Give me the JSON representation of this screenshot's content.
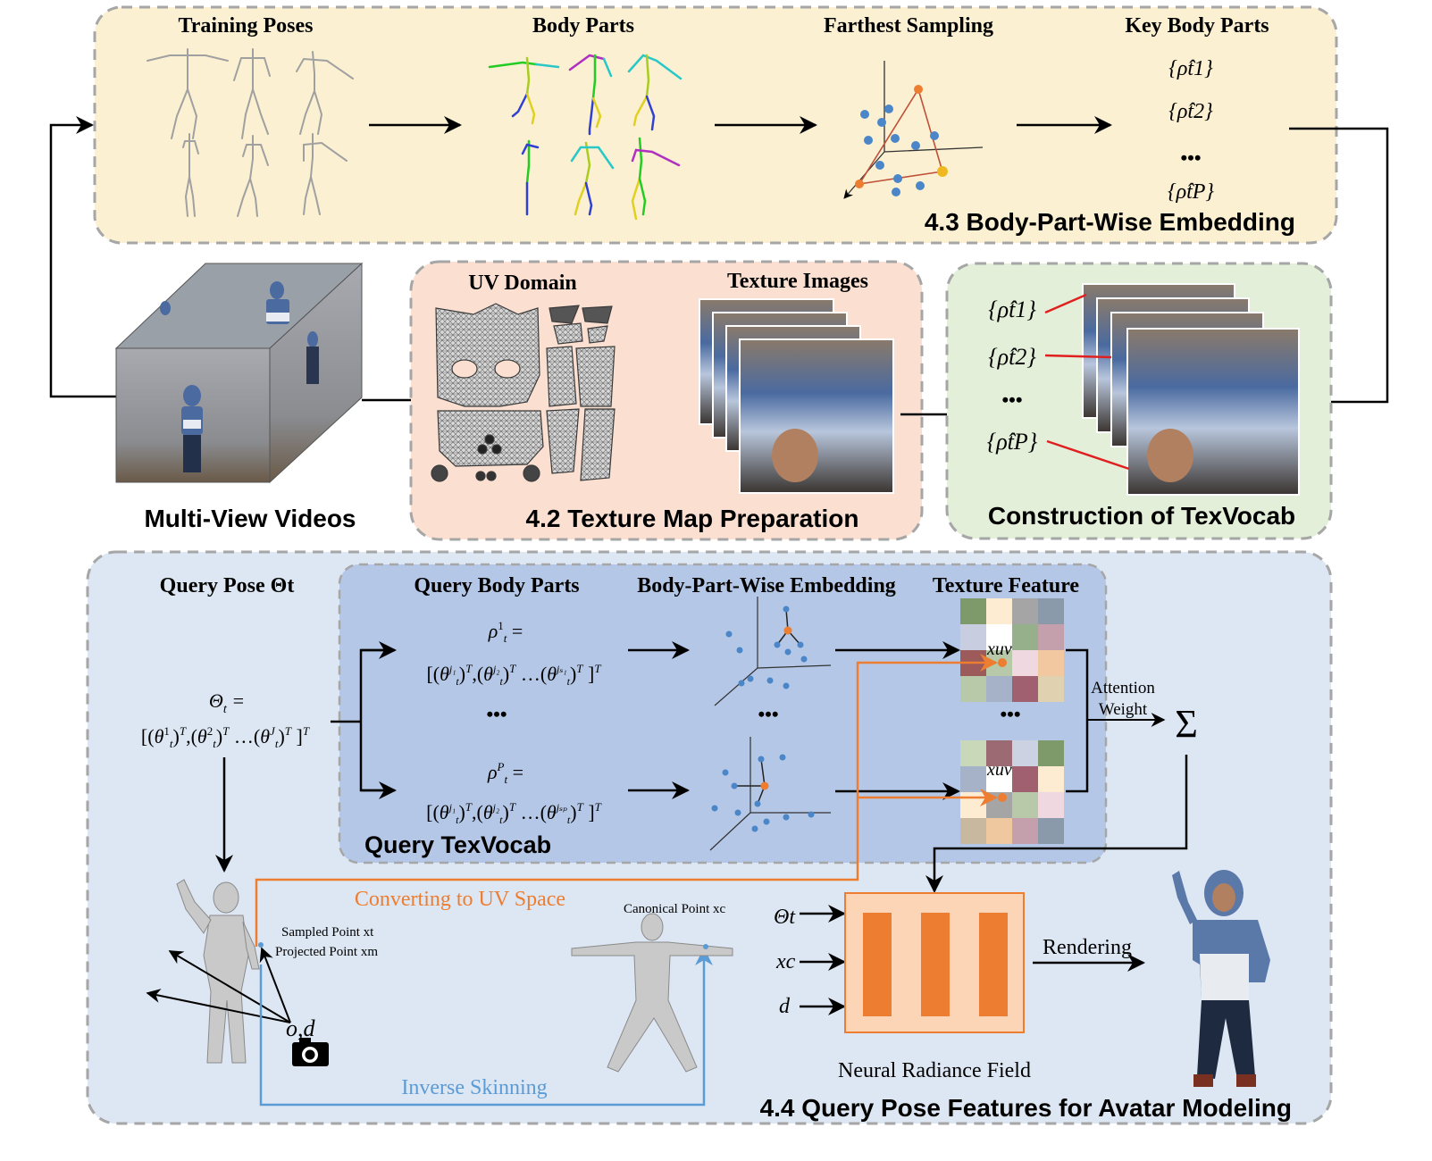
{
  "top_panel": {
    "headers": [
      "Training Poses",
      "Body Parts",
      "Farthest Sampling",
      "Key Body Parts"
    ],
    "key_parts": [
      "{ρ̂t1}",
      "{ρ̂t2}",
      "•••",
      "{ρ̂tP}"
    ],
    "section_title": "4.3 Body-Part-Wise Embedding"
  },
  "multiview": {
    "caption": "Multi-View Videos"
  },
  "texture_prep": {
    "uv_header": "UV Domain",
    "tex_header": "Texture Images",
    "section_title": "4.2 Texture Map Preparation"
  },
  "texvocab": {
    "keys": [
      "{ρ̂t1}",
      "{ρ̂t2}",
      "•••",
      "{ρ̂tP}"
    ],
    "section_title": "Construction of TexVocab"
  },
  "query": {
    "pose_header": "Query Pose Θt",
    "parts_header": "Query Body Parts",
    "embed_header": "Body-Part-Wise Embedding",
    "feature_header": "Texture Feature",
    "query_texvocab": "Query TexVocab",
    "attention": [
      "Attention",
      "Weight"
    ],
    "sum_symbol": "Σ",
    "ellipsis": "•••",
    "uv_label": "xuv",
    "converting": "Converting to UV Space",
    "inverse_skinning": "Inverse Skinning",
    "sampled_point": "Sampled Point xt",
    "projected_point": "Projected Point xm",
    "canonical_point": "Canonical Point xc",
    "camera_label": "o,d",
    "nerf_inputs": [
      "Θt",
      "xc",
      "d"
    ],
    "nerf_label": "Neural Radiance Field",
    "rendering": "Rendering",
    "section_title": "4.4 Query Pose Features for Avatar Modeling"
  },
  "colors": {
    "top_panel": "#fbf0d2",
    "texture_panel": "#fbe0d2",
    "texvocab_panel": "#e3efd9",
    "bottom_panel": "#dde7f3",
    "query_box": "#b4c7e7",
    "orange": "#ed7d31",
    "blue_point": "#4a86c8",
    "red_link": "#e02020",
    "inverse_blue": "#5b9bd5",
    "nerf_fill": "#fbd5b5"
  }
}
